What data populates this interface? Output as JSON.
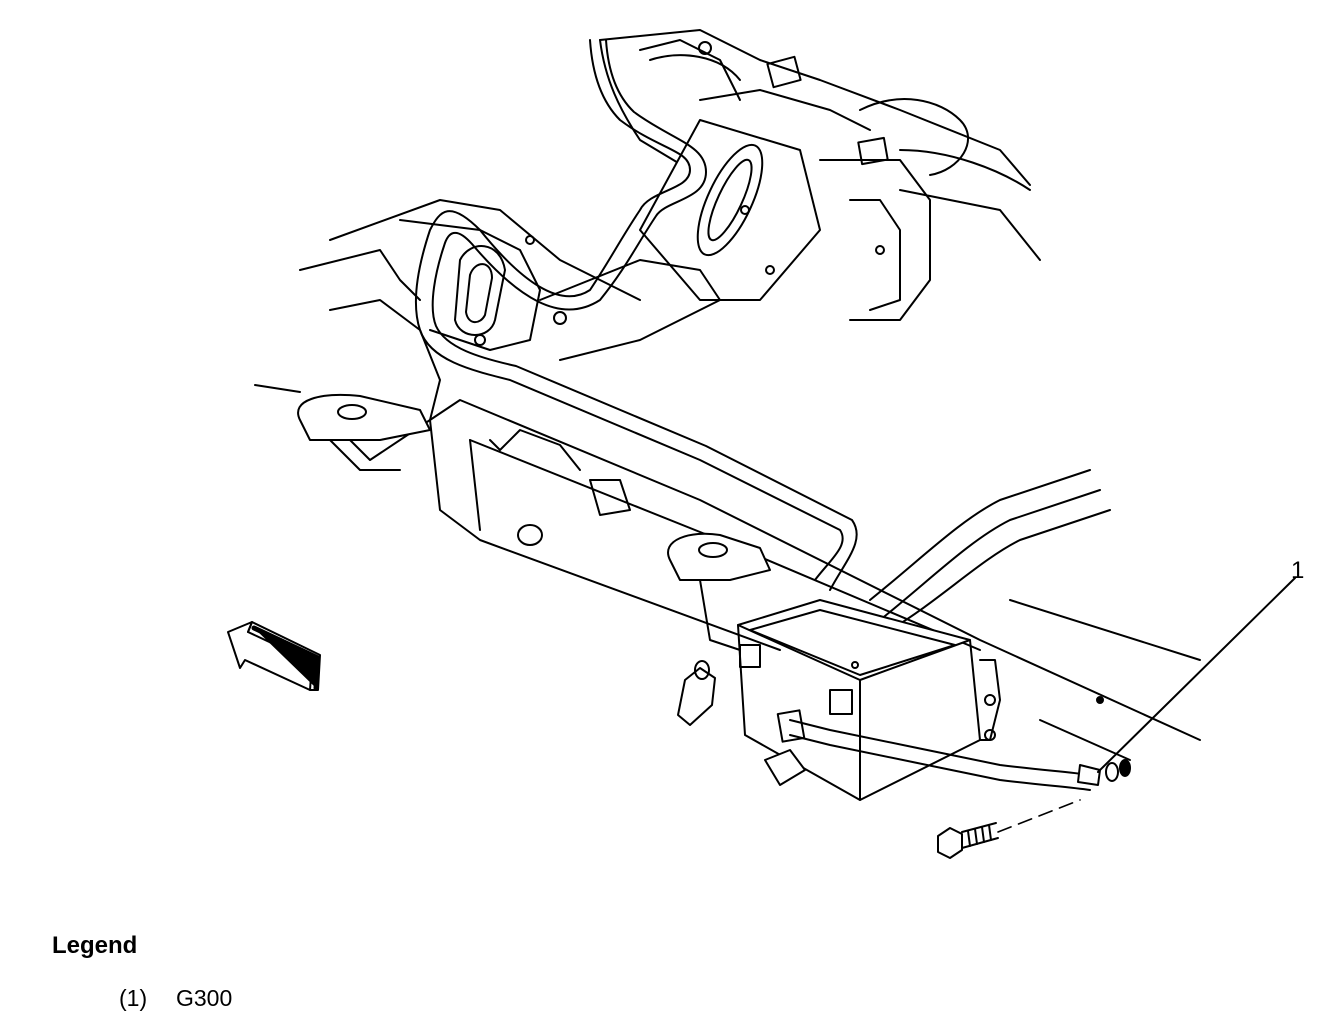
{
  "callouts": [
    {
      "label": "1"
    }
  ],
  "legend": {
    "title": "Legend",
    "items": [
      {
        "number": "(1)",
        "name": "G300"
      }
    ]
  },
  "icons": [
    "front-direction-arrow-icon",
    "bolt-icon"
  ]
}
